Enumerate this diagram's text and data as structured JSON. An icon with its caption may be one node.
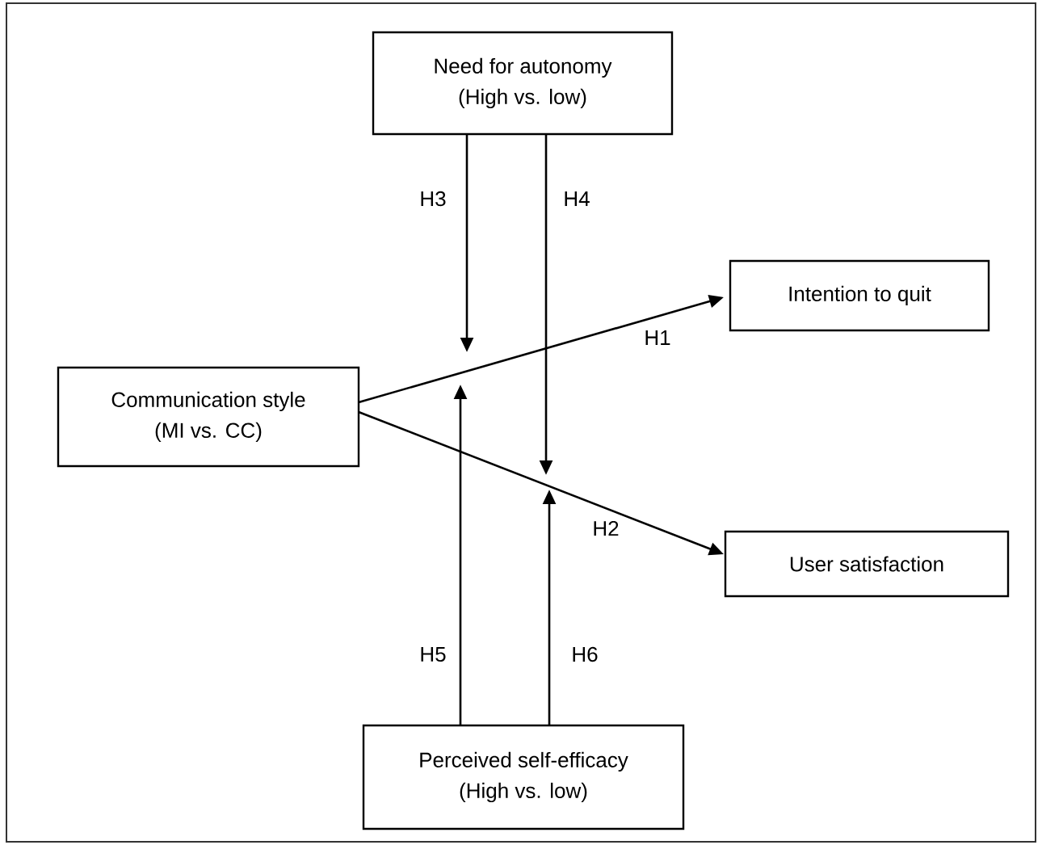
{
  "diagram": {
    "nodes": [
      {
        "text": [
          "Need for autonomy",
          "(High vs. low)"
        ]
      },
      {
        "text": [
          "Intention to quit"
        ]
      },
      {
        "text": [
          "Communication style",
          "(MI vs. CC)"
        ]
      },
      {
        "text": [
          "User satisfaction"
        ]
      },
      {
        "text": [
          "Perceived self-efficacy",
          "(High vs. low)"
        ]
      }
    ],
    "edges": [
      {
        "from": 2,
        "to": 1,
        "arrow": "to",
        "label": "H1"
      },
      {
        "from": 2,
        "to": 3,
        "arrow": "to",
        "label": "H2"
      },
      {
        "from": 0,
        "to": null,
        "arrow": "to",
        "label": "H3"
      },
      {
        "from": 0,
        "to": null,
        "arrow": "to",
        "label": "H4"
      },
      {
        "from": 4,
        "to": null,
        "arrow": "to",
        "label": "H5"
      },
      {
        "from": 4,
        "to": null,
        "arrow": "to",
        "label": "H6"
      }
    ]
  }
}
